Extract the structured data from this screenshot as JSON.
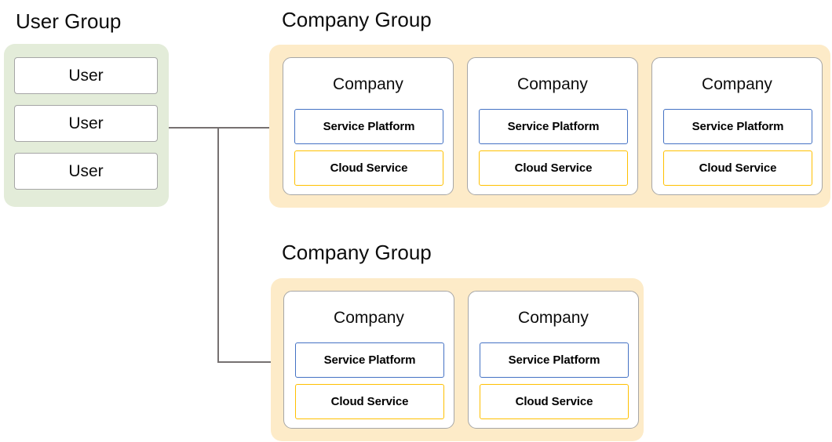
{
  "diagram": {
    "title_user_group": "User Group",
    "title_company_group": "Company Group",
    "labels": {
      "user": "User",
      "company": "Company",
      "service_platform": "Service Platform",
      "cloud_service": "Cloud Service"
    },
    "colors": {
      "user_group_bg": "#e3ecd9",
      "company_group_bg": "#fdebc8",
      "card_border": "#a6a6a6",
      "service_platform_border": "#4472c4",
      "cloud_service_border": "#ffc000",
      "connector": "#767171",
      "text": "#0d0d0d",
      "card_bg": "#ffffff"
    },
    "user_group": {
      "title": "User Group",
      "users": [
        {
          "label": "User"
        },
        {
          "label": "User"
        },
        {
          "label": "User"
        }
      ]
    },
    "company_groups": [
      {
        "title": "Company Group",
        "companies": [
          {
            "name": "Company",
            "services": [
              "Service Platform",
              "Cloud Service"
            ]
          },
          {
            "name": "Company",
            "services": [
              "Service Platform",
              "Cloud Service"
            ]
          },
          {
            "name": "Company",
            "services": [
              "Service Platform",
              "Cloud Service"
            ]
          }
        ]
      },
      {
        "title": "Company Group",
        "companies": [
          {
            "name": "Company",
            "services": [
              "Service Platform",
              "Cloud Service"
            ]
          },
          {
            "name": "Company",
            "services": [
              "Service Platform",
              "Cloud Service"
            ]
          }
        ]
      }
    ],
    "connections": [
      {
        "from": "user-group",
        "to": "company-group-1"
      },
      {
        "from": "user-group",
        "to": "company-group-2"
      }
    ]
  }
}
